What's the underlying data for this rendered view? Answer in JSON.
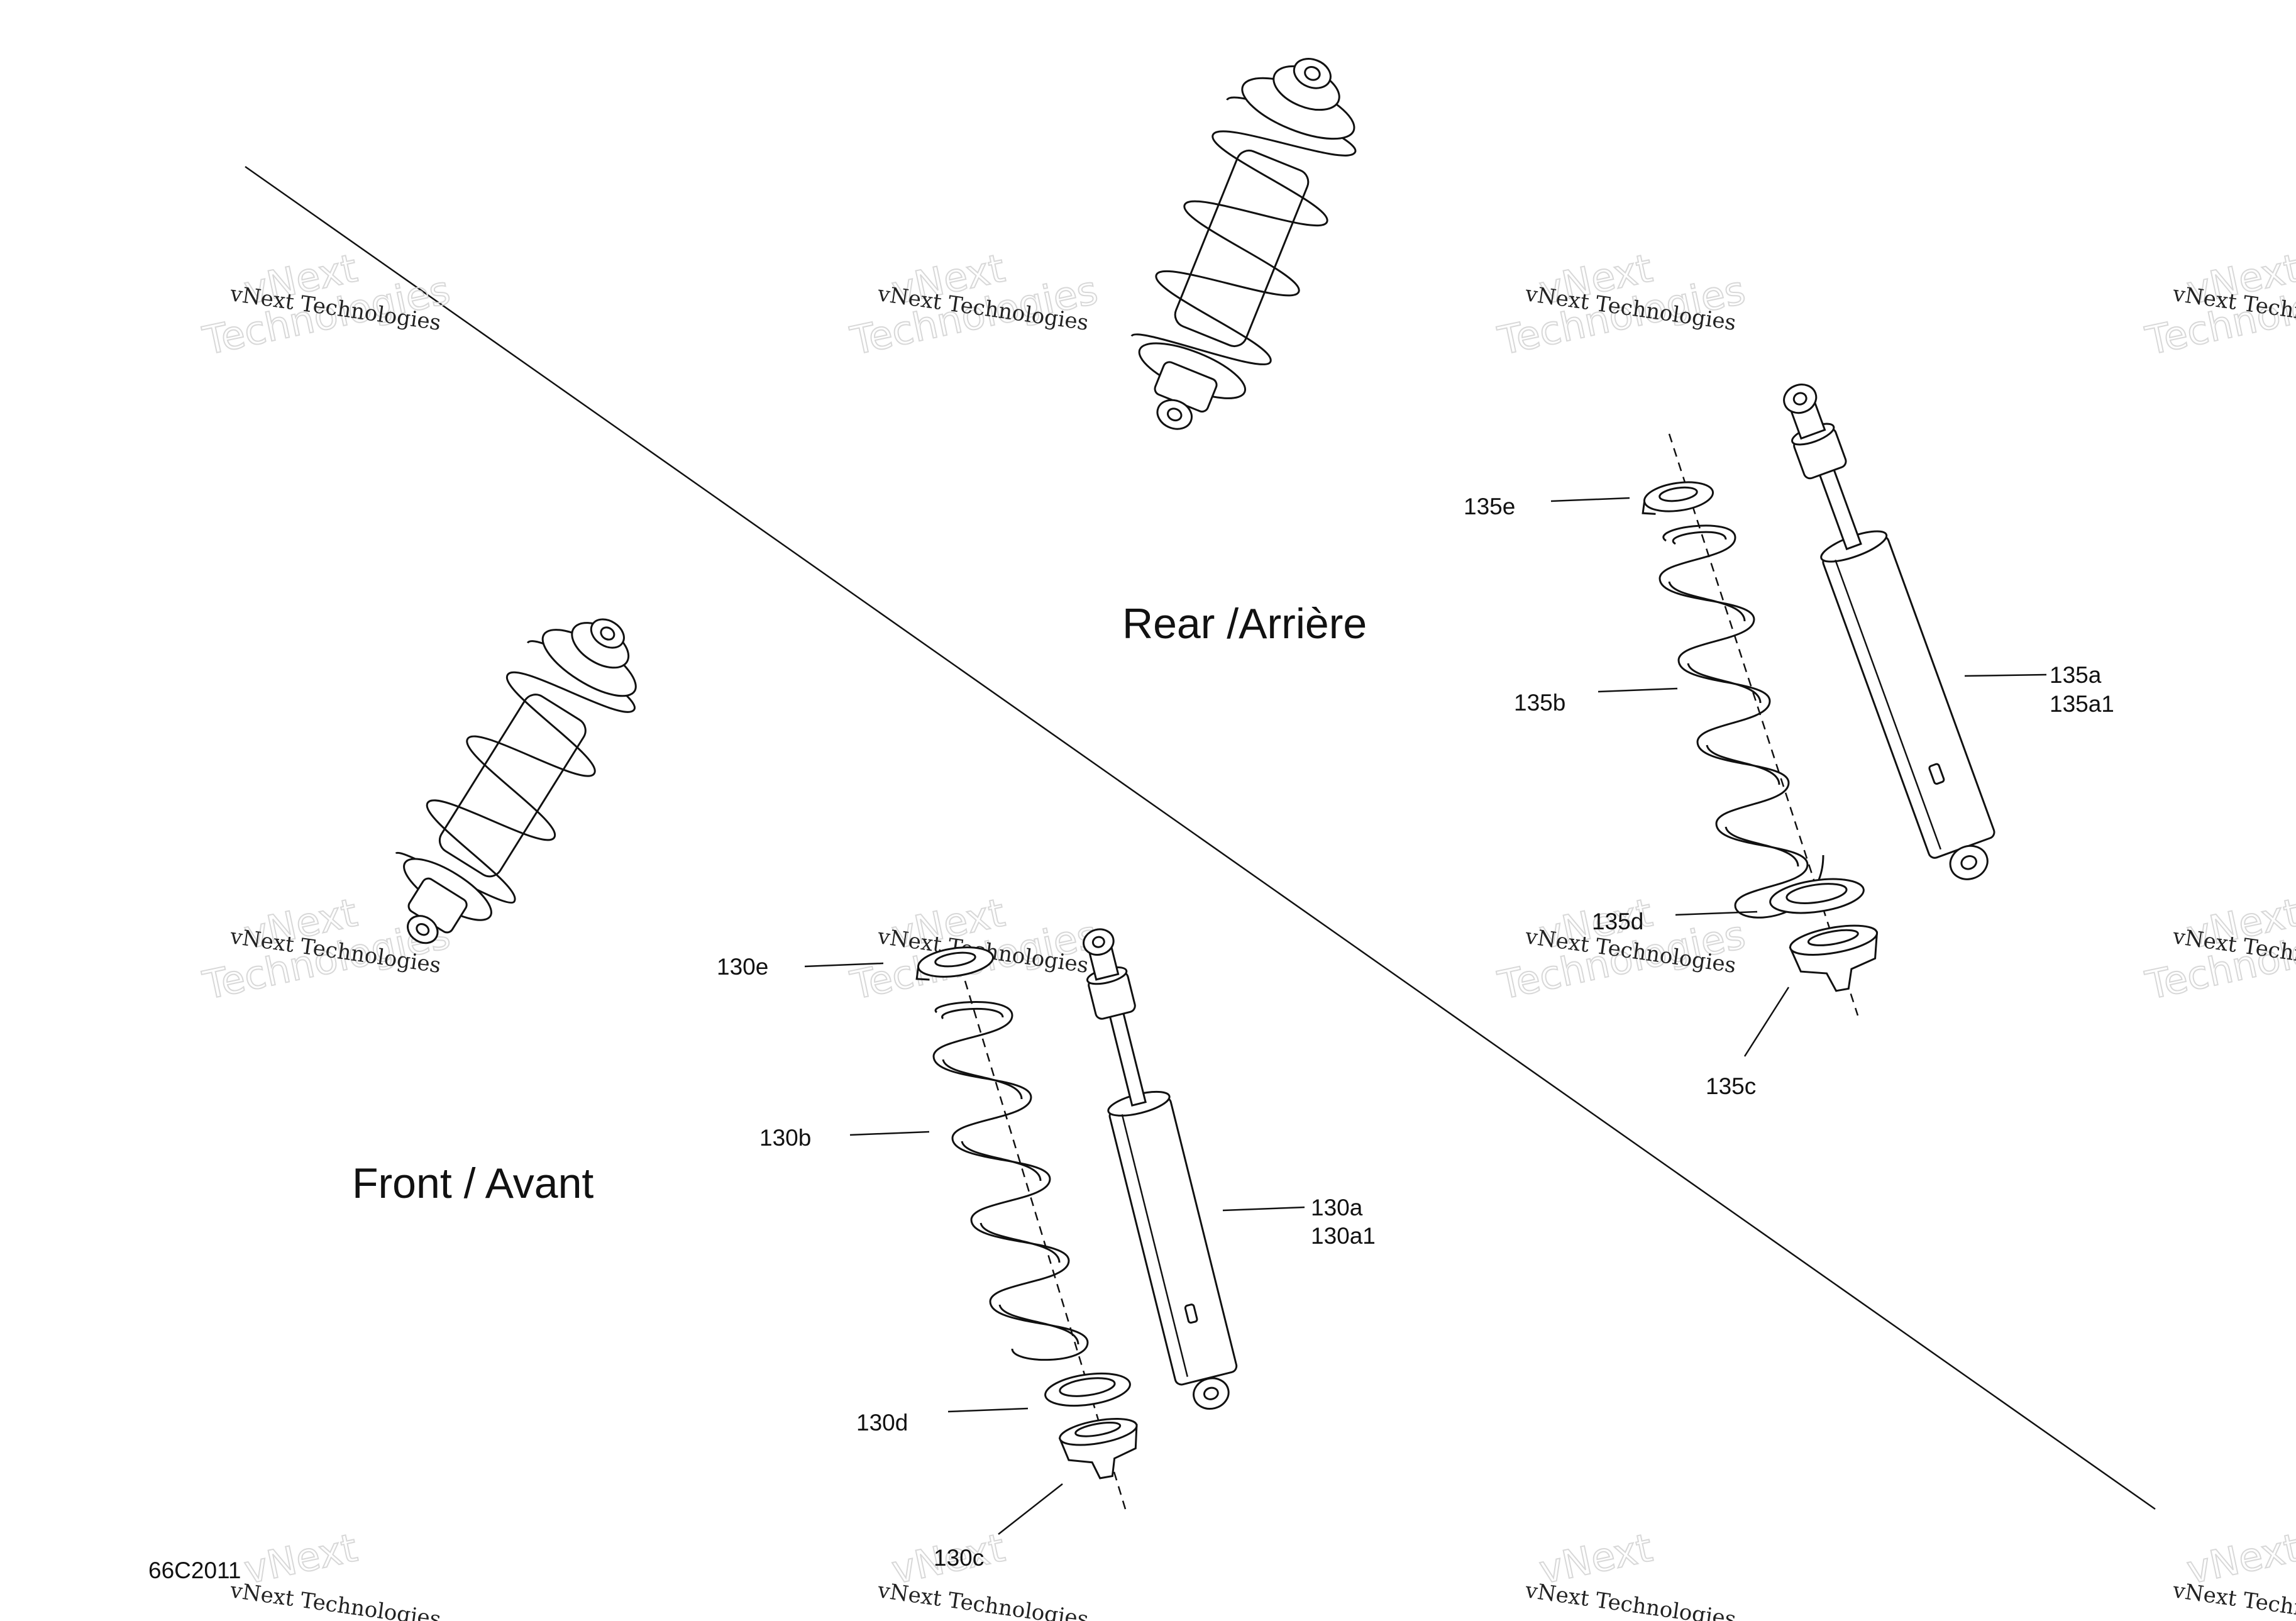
{
  "sections": {
    "rear": "Rear /Arrière",
    "front": "Front / Avant"
  },
  "callouts": {
    "c135e": "135e",
    "c135b": "135b",
    "c135a": "135a",
    "c135a1": "135a1",
    "c135d": "135d",
    "c135c": "135c",
    "c130e": "130e",
    "c130b": "130b",
    "c130a": "130a",
    "c130a1": "130a1",
    "c130d": "130d",
    "c130c": "130c"
  },
  "drawing_code": "66C2011",
  "watermark": {
    "line1": "vNext Technologies",
    "line2a": "vNext",
    "line2b": "Technologies"
  },
  "colors": {
    "line": "#111111",
    "background": "#ffffff",
    "watermark_outline": "#d8d8d8"
  }
}
